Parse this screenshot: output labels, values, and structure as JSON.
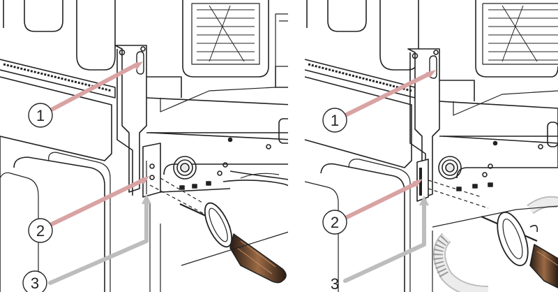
{
  "panels": [
    {
      "id": "left",
      "callouts": [
        {
          "label": "1",
          "color": "#d9a3a3"
        },
        {
          "label": "2",
          "color": "#d9a3a3"
        },
        {
          "label": "3",
          "color": "#bdbdbd"
        }
      ]
    },
    {
      "id": "right",
      "callouts": [
        {
          "label": "1",
          "color": "#d9a3a3"
        },
        {
          "label": "2",
          "color": "#d9a3a3"
        },
        {
          "label": "3",
          "color": "#bdbdbd"
        }
      ]
    }
  ],
  "colors": {
    "line": "#222222",
    "gray_fill": "#e9e9e9",
    "handle_dark": "#3b2a20",
    "handle_mid": "#8a5a3a"
  }
}
